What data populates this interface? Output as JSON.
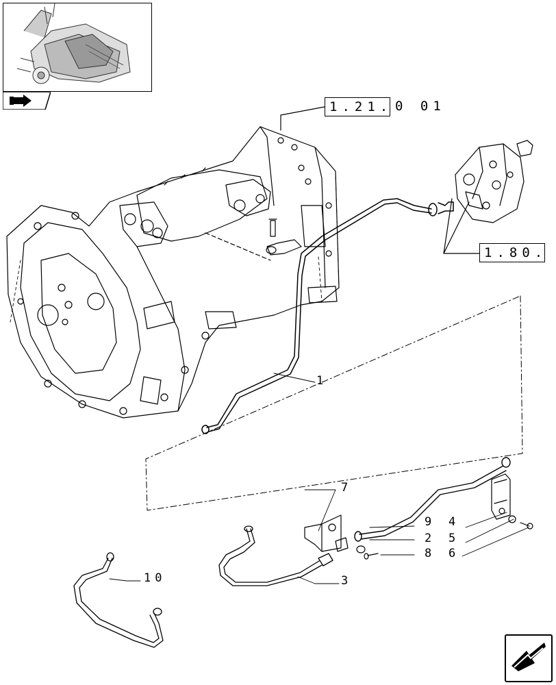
{
  "thumbnail": {
    "icon": "tractor-transmission-thumbnail",
    "tab_icon": "book-arrow-icon"
  },
  "references": {
    "section_ref_boxed": "1.21.",
    "section_ref_tail": "0 01",
    "valve_ref": "1.80."
  },
  "callouts": {
    "c1": "1",
    "c2": "2",
    "c3": "3",
    "c4": "4",
    "c5": "5",
    "c6": "6",
    "c7": "7",
    "c8": "8",
    "c9": "9",
    "c10": "10"
  },
  "navigation": {
    "icon": "next-page-arrow-icon"
  }
}
